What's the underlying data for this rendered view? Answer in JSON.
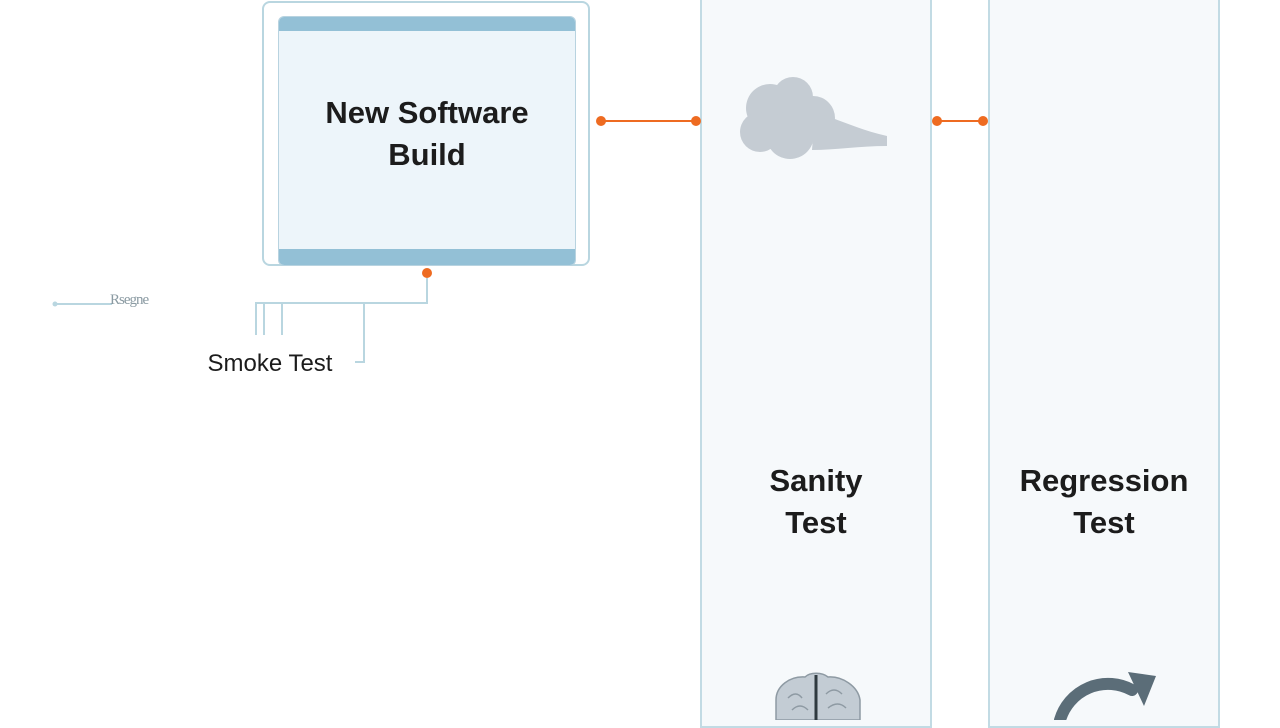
{
  "diagram": {
    "build_box": {
      "title": "New Software Build"
    },
    "smoke": {
      "label": "Smoke Test",
      "faint_tag": "Rsegne"
    },
    "sanity": {
      "label": "Sanity Test"
    },
    "regression": {
      "label": "Regression Test"
    },
    "colors": {
      "accent": "#ee6b21",
      "line": "#b9d6e0",
      "panel": "#edf5fa",
      "panel_bar": "#93c0d6",
      "cloud": "#c5ccd3",
      "brain": "#b9c3cc",
      "arrow": "#5b6d78"
    },
    "icons": [
      "smoke-cloud-icon",
      "brain-icon",
      "refresh-arrow-icon"
    ]
  }
}
